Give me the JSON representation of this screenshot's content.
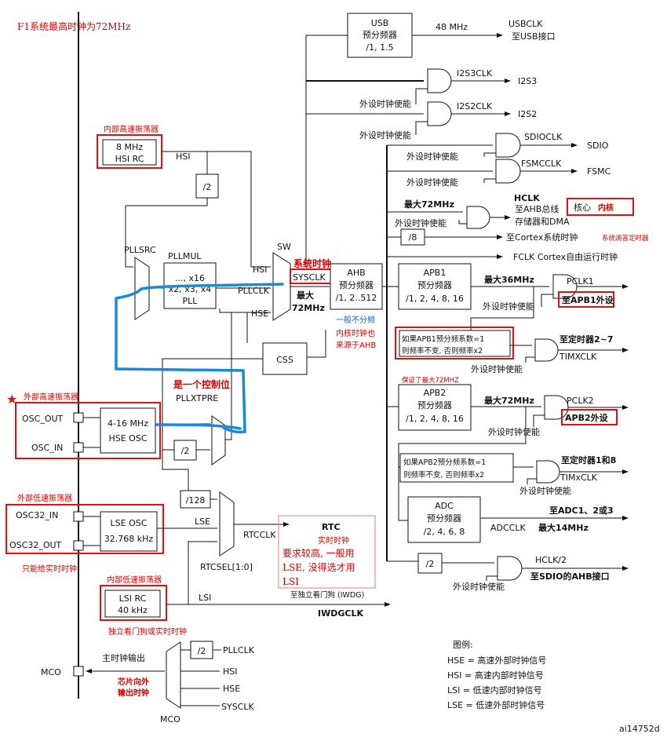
{
  "title": "F1系统最高时钟为72MHz",
  "figure_id": "ai14752d",
  "usb": {
    "name": "USB",
    "div": "预分频器",
    "ratio": "/1, 1.5",
    "freq": "48 MHz",
    "out": "USBCLK",
    "dest": "至USB接口"
  },
  "i2s": {
    "clk3": "I2S3CLK",
    "out3": "I2S3",
    "clk2": "I2S2CLK",
    "out2": "I2S2",
    "enable": "外设时钟使能"
  },
  "sdio": {
    "clk": "SDIOCLK",
    "out": "SDIO",
    "enable": "外设时钟使能"
  },
  "fsmc": {
    "clk": "FSMCCLK",
    "out": "FSMC",
    "enable": "外设时钟使能"
  },
  "hclk": {
    "name": "HCLK",
    "max": "最大72MHz",
    "line1": "至AHB总线",
    "core": "核心",
    "core_note": "内核",
    "line2": "存储器和DMA",
    "enable": "外设时钟使能"
  },
  "cortex": {
    "div": "/8",
    "dest": "至Cortex系统时钟",
    "note": "系统滴答定时器"
  },
  "fclk": {
    "label": "FCLK Cortex自由运行时钟"
  },
  "hsi": {
    "title": "内部高速振荡器",
    "freq": "8 MHz",
    "name": "HSI RC",
    "sig": "HSI",
    "div2": "/2"
  },
  "pll": {
    "src": "PLLSRC",
    "mul_title": "PLLMUL",
    "mul1": "..., x16",
    "mul2": "x2, x3, x4",
    "name": "PLL",
    "xtpre": "PLLXTPRE",
    "control_note": "是一个控制位"
  },
  "sw": {
    "title": "SW",
    "hsi": "HSI",
    "pllclk": "PLLCLK",
    "hse": "HSE",
    "sysclk": "SYSCLK",
    "note": "系统时钟",
    "max1": "最大",
    "max2": "72MHz"
  },
  "ahb": {
    "name": "AHB",
    "div": "预分频器",
    "ratio": "/1, 2..512",
    "note1": "一般不分频",
    "note2": "内核时钟也",
    "note3": "来源于AHB"
  },
  "css": {
    "label": "CSS"
  },
  "apb1": {
    "name": "APB1",
    "div": "预分频器",
    "ratio": "/1, 2, 4, 8, 16",
    "max": "最大36MHz",
    "out": "PCLK1",
    "dest": "至APB1外设",
    "enable": "外设时钟使能",
    "tim_rule1": "如果APB1预分频系数=1",
    "tim_rule2": "则频率不变, 否则频率x2",
    "tim_dest": "至定时器2~7",
    "tim_clk": "TIMXCLK",
    "guarantee": "保证了最大72MHZ"
  },
  "apb2": {
    "name": "APB2",
    "div": "预分频器",
    "ratio": "/1, 2, 4, 8, 16",
    "max": "最大72MHz",
    "out": "PCLK2",
    "dest": "APB2外设",
    "enable": "外设时钟使能",
    "tim_rule1": "如果APB2预分频系数=1",
    "tim_rule2": "则频率不变, 否则频率x2",
    "tim_dest": "至定时器1和8",
    "tim_clk": "TIMxCLK"
  },
  "adc": {
    "name": "ADC",
    "div": "预分频器",
    "ratio": "/2, 4, 6, 8",
    "clk": "ADCCLK",
    "max": "最大14MHz",
    "dest": "至ADC1、2或3"
  },
  "sdio_ahb": {
    "div": "/2",
    "clk": "HCLK/2",
    "dest": "至SDIO的AHB接口",
    "enable": "外设时钟使能"
  },
  "hse": {
    "title": "外部高速振荡器",
    "osc_out": "OSC_OUT",
    "osc_in": "OSC_IN",
    "range": "4-16 MHz",
    "name": "HSE OSC",
    "div2": "/2"
  },
  "lse": {
    "title": "外部低速振荡器",
    "in": "OSC32_IN",
    "out": "OSC32_OUT",
    "name": "LSE OSC",
    "freq": "32.768 kHz",
    "sig": "LSE",
    "note": "只能给实时时钟",
    "div128": "/128"
  },
  "rtc": {
    "clk": "RTCCLK",
    "sel": "RTCSEL[1:0]",
    "name": "RTC",
    "sub": "实时时钟",
    "note1": "要求较高, 一般用",
    "note2": "LSE, 没得选才用",
    "note3": "LSI"
  },
  "lsi": {
    "title": "内部低速振荡器",
    "name": "LSI RC",
    "freq": "40 kHz",
    "sig": "LSI",
    "iwdg": "至独立看门狗 (IWDG)",
    "iwdgclk": "IWDGCLK",
    "note": "独立看门狗或实时时钟"
  },
  "mco": {
    "pin": "MCO",
    "title": "主时钟输出",
    "note1": "芯片向外",
    "note2": "输出时钟",
    "div2": "/2",
    "in1": "PLLCLK",
    "in2": "HSI",
    "in3": "HSE",
    "in4": "SYSCLK",
    "mux": "MCO"
  },
  "legend": {
    "title": "图例:",
    "l1": "HSE = 高速外部时钟信号",
    "l2": "HSI = 高速内部时钟信号",
    "l3": "LSI = 低速内部时钟信号",
    "l4": "LSE = 低速外部时钟信号"
  },
  "colors": {
    "annotation": "#d00000",
    "highlight": "#e01010",
    "pen": "#1a8ad4"
  }
}
